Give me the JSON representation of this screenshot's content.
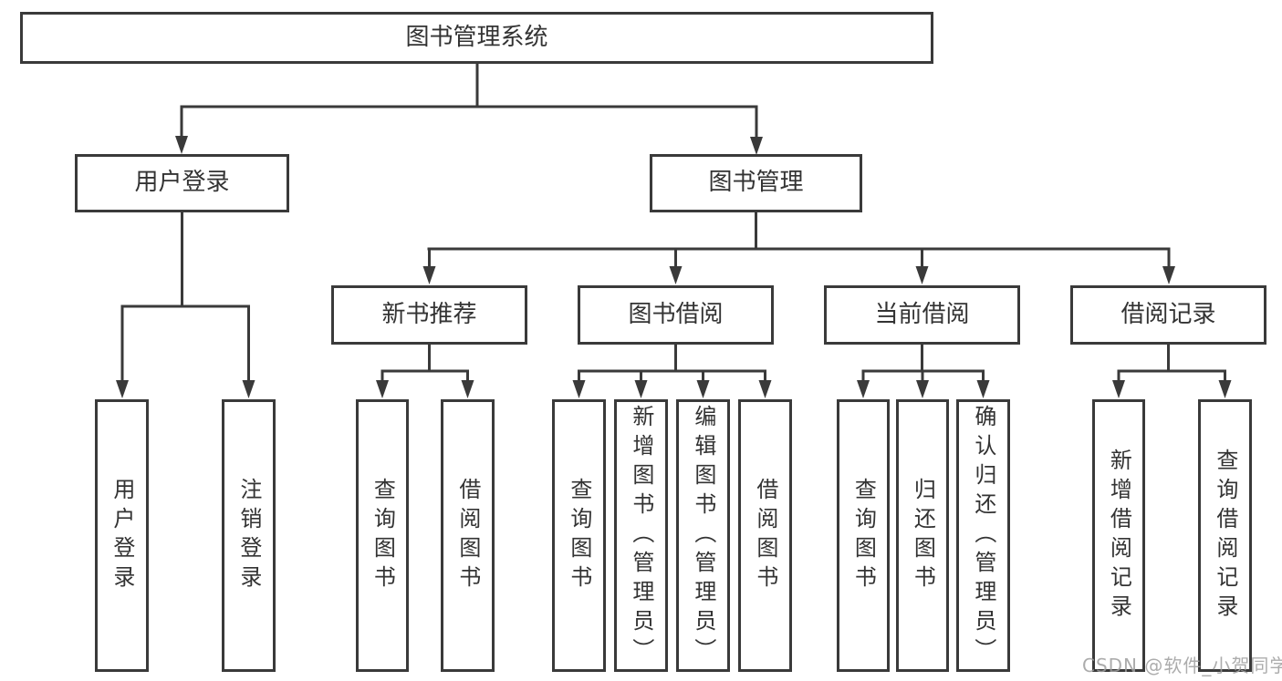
{
  "diagram": {
    "title": "图书管理系统",
    "root": {
      "label": "图书管理系统"
    },
    "level1": [
      {
        "label": "用户登录"
      },
      {
        "label": "图书管理"
      }
    ],
    "level2": [
      {
        "label": "新书推荐",
        "parent": "图书管理"
      },
      {
        "label": "图书借阅",
        "parent": "图书管理"
      },
      {
        "label": "当前借阅",
        "parent": "图书管理"
      },
      {
        "label": "借阅记录",
        "parent": "图书管理"
      }
    ],
    "leaves": [
      {
        "label": "用户登录",
        "parent": "用户登录"
      },
      {
        "label": "注销登录",
        "parent": "用户登录"
      },
      {
        "label": "查询图书",
        "parent": "新书推荐"
      },
      {
        "label": "借阅图书",
        "parent": "新书推荐"
      },
      {
        "label": "查询图书",
        "parent": "图书借阅"
      },
      {
        "label": "新增图书（管理员）",
        "parent": "图书借阅"
      },
      {
        "label": "编辑图书（管理员）",
        "parent": "图书借阅"
      },
      {
        "label": "借阅图书",
        "parent": "图书借阅"
      },
      {
        "label": "查询图书",
        "parent": "当前借阅"
      },
      {
        "label": "归还图书",
        "parent": "当前借阅"
      },
      {
        "label": "确认归还（管理员）",
        "parent": "当前借阅"
      },
      {
        "label": "新增借阅记录",
        "parent": "借阅记录"
      },
      {
        "label": "查询借阅记录",
        "parent": "借阅记录"
      }
    ]
  },
  "watermark": {
    "text": "CSDN @软件_小贺同学"
  },
  "colors": {
    "line": "#3a3a3a",
    "text": "#333333",
    "bg": "#ffffff",
    "watermark": "#9e9e9e"
  }
}
